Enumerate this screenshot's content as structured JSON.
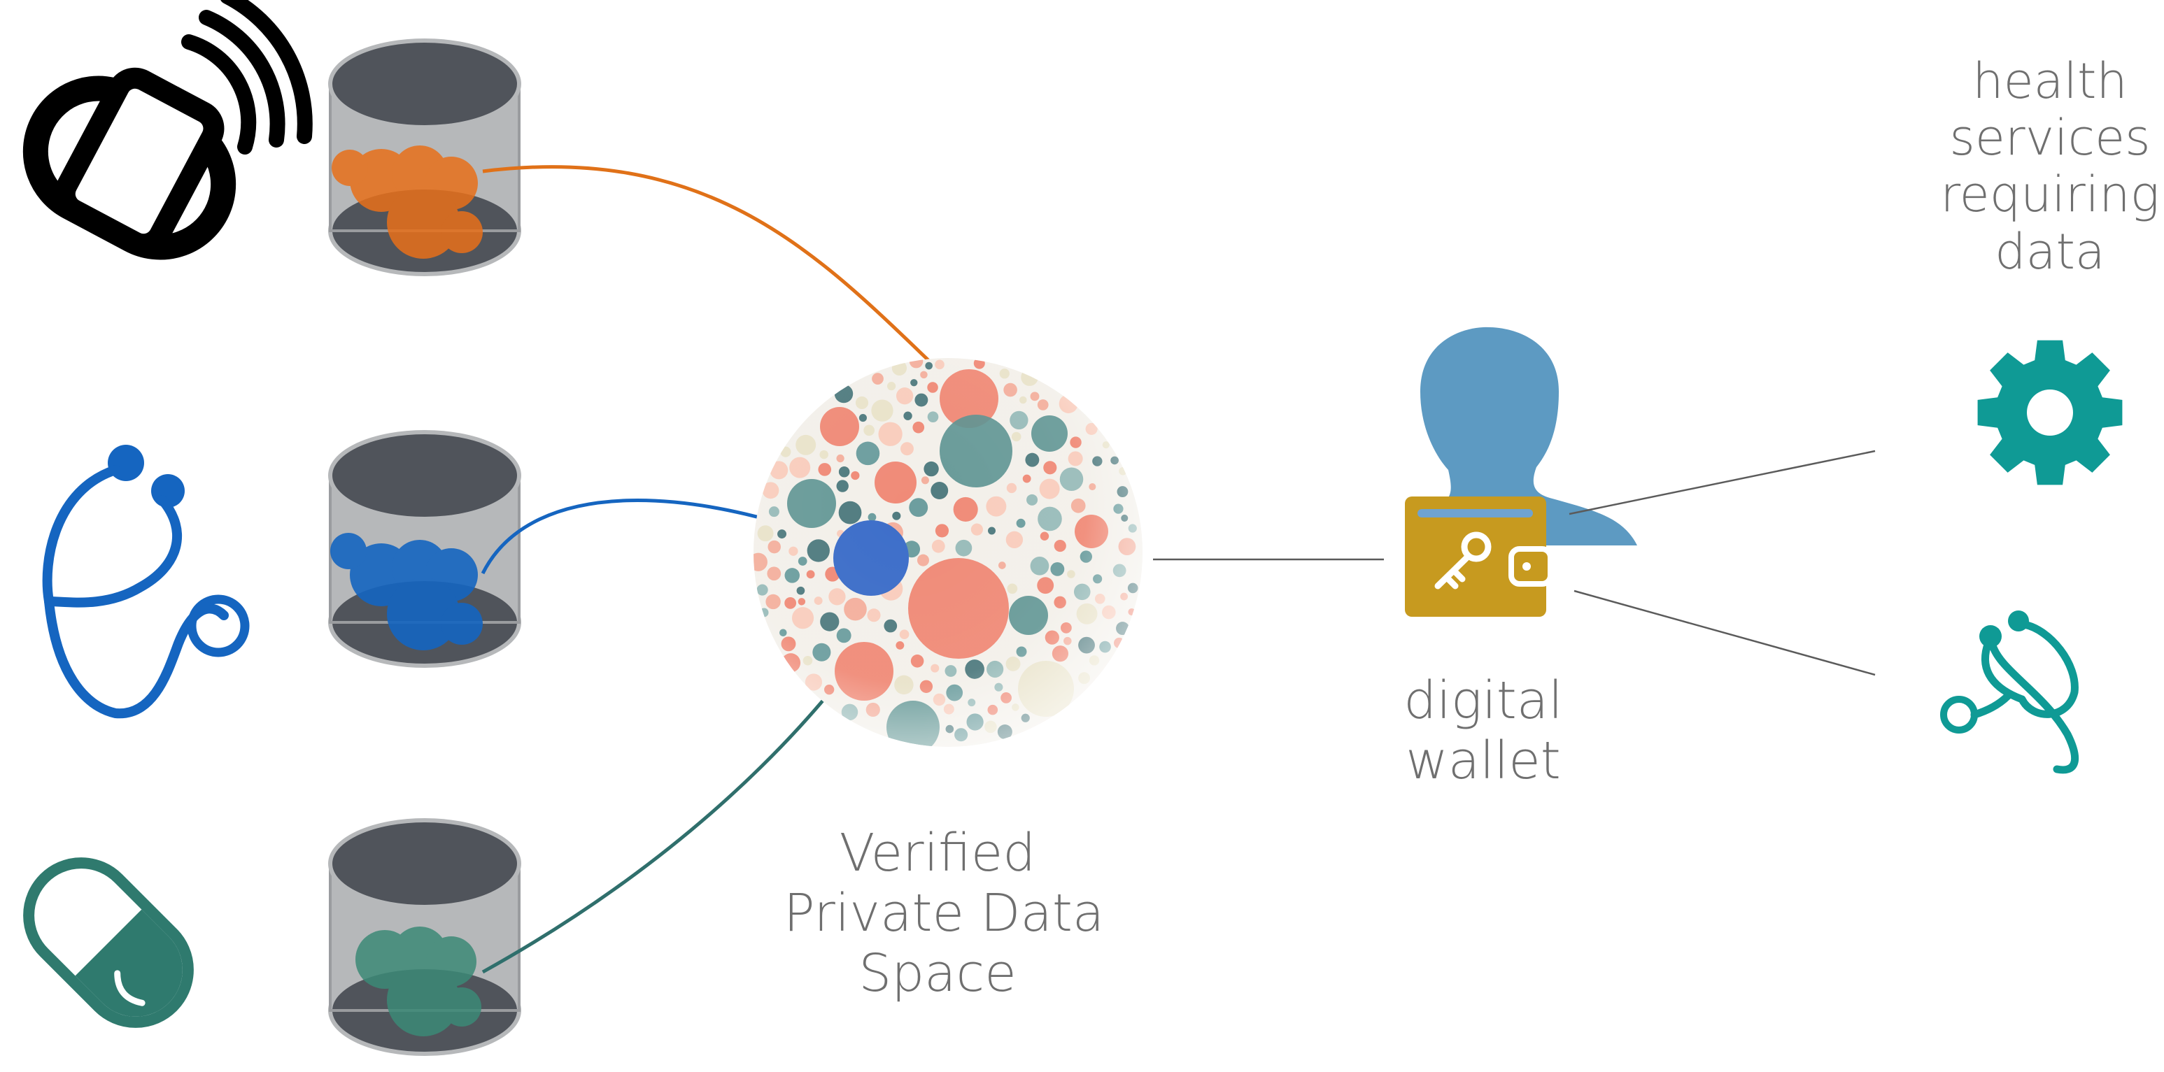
{
  "diagram": {
    "sphere_label": [
      "Verified",
      "Private Data",
      "Space"
    ],
    "wallet_label": [
      "digital",
      "wallet"
    ],
    "services_label": [
      "health",
      "services",
      "requiring",
      "data"
    ]
  },
  "colors": {
    "orange": "#e8701a",
    "blue": "#1565c0",
    "teal_dark": "#2f7a6e",
    "teal_icon": "#0f9a95",
    "slate_blue": "#5d9ac2",
    "gold": "#c79a1f",
    "cylinder_dark": "#50545b",
    "cylinder_light": "#b6b8ba",
    "sphere_salmon": "#ef7f6c",
    "sphere_teal": "#5e9597",
    "sphere_cream": "#e8e1c6"
  },
  "icons": [
    "smartwatch-icon",
    "stethoscope-icon",
    "pill-capsule-icon",
    "database-cylinder-icon",
    "data-sphere-icon",
    "user-silhouette-icon",
    "wallet-key-icon",
    "gear-icon",
    "stethoscope-small-icon"
  ]
}
